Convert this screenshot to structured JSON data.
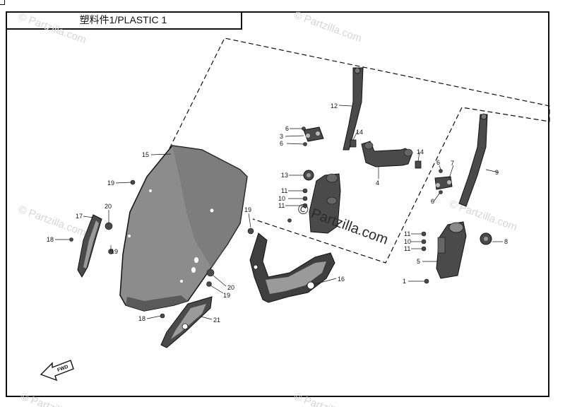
{
  "diagram": {
    "title": "塑料件1/PLASTIC 1",
    "watermark": "© Partzilla.com",
    "fwd_label": "FWD",
    "part_labels": {
      "p1": "1",
      "p3": "3",
      "p4": "4",
      "p5": "5",
      "p6a": "6",
      "p6b": "6",
      "p6c": "6",
      "p6d": "6",
      "p7": "7",
      "p8": "8",
      "p9": "9",
      "p10a": "10",
      "p10b": "10",
      "p11a": "11",
      "p11b": "11",
      "p11c": "11",
      "p11d": "11",
      "p12": "12",
      "p13": "13",
      "p14a": "14",
      "p14b": "14",
      "p15": "15",
      "p16": "16",
      "p17": "17",
      "p18a": "18",
      "p18b": "18",
      "p19a": "19",
      "p19b": "19",
      "p19c": "19",
      "p19d": "19",
      "p20a": "20",
      "p20b": "20",
      "p21": "21"
    },
    "colors": {
      "line": "#111111",
      "part_fill": "#4a4a4a",
      "windshield": "#8c8c8c",
      "watermark": "#d6d6d6"
    }
  }
}
